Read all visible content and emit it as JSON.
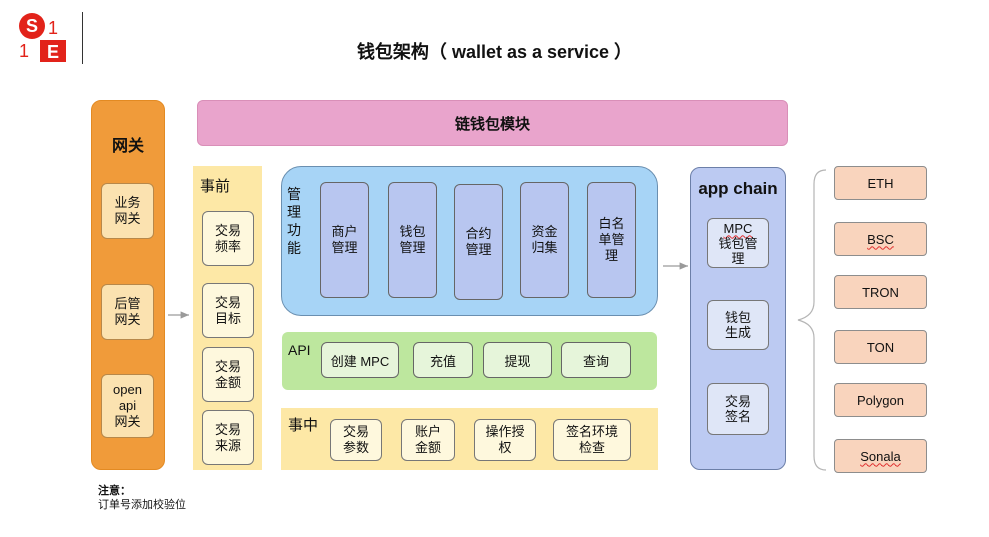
{
  "logo": {
    "mark": "S11E",
    "colors": {
      "red": "#e2231a"
    }
  },
  "title": "钱包架构（ wallet as a service ）",
  "gateway": {
    "title": "网关",
    "items": [
      {
        "line1": "业务",
        "line2": "网关"
      },
      {
        "line1": "后管",
        "line2": "网关"
      },
      {
        "line1": "open",
        "line2": "api",
        "line3": "网关"
      }
    ]
  },
  "chain_module": {
    "label": "链钱包模块"
  },
  "pre": {
    "title": "事前",
    "items": [
      {
        "line1": "交易",
        "line2": "频率"
      },
      {
        "line1": "交易",
        "line2": "目标"
      },
      {
        "line1": "交易",
        "line2": "金额"
      },
      {
        "line1": "交易",
        "line2": "来源"
      }
    ]
  },
  "management": {
    "title": "管理功能",
    "items": [
      {
        "line1": "商户",
        "line2": "管理"
      },
      {
        "line1": "钱包",
        "line2": "管理"
      },
      {
        "line1": "合约",
        "line2": "管理"
      },
      {
        "line1": "资金",
        "line2": "归集"
      },
      {
        "line1": "白名",
        "line2": "单管",
        "line3": "理"
      }
    ]
  },
  "api": {
    "title": "API",
    "items": [
      "创建 MPC",
      "充值",
      "提现",
      "查询"
    ]
  },
  "in_process": {
    "title": "事中",
    "items": [
      {
        "line1": "交易",
        "line2": "参数"
      },
      {
        "line1": "账户",
        "line2": "金额"
      },
      {
        "line1": "操作授",
        "line2": "权"
      },
      {
        "line1": "签名环境",
        "line2": "检查"
      }
    ]
  },
  "app_chain": {
    "title": "app  chain",
    "items": [
      {
        "line1": "MPC",
        "line2": "钱包管",
        "line3": "理"
      },
      {
        "line1": "钱包",
        "line2": "生成"
      },
      {
        "line1": "交易",
        "line2": "签名"
      }
    ]
  },
  "chains": [
    "ETH",
    "BSC",
    "TRON",
    "TON",
    "Polygon",
    "Sonala"
  ],
  "note": {
    "title": "注意：",
    "text": "订单号添加校验位"
  }
}
